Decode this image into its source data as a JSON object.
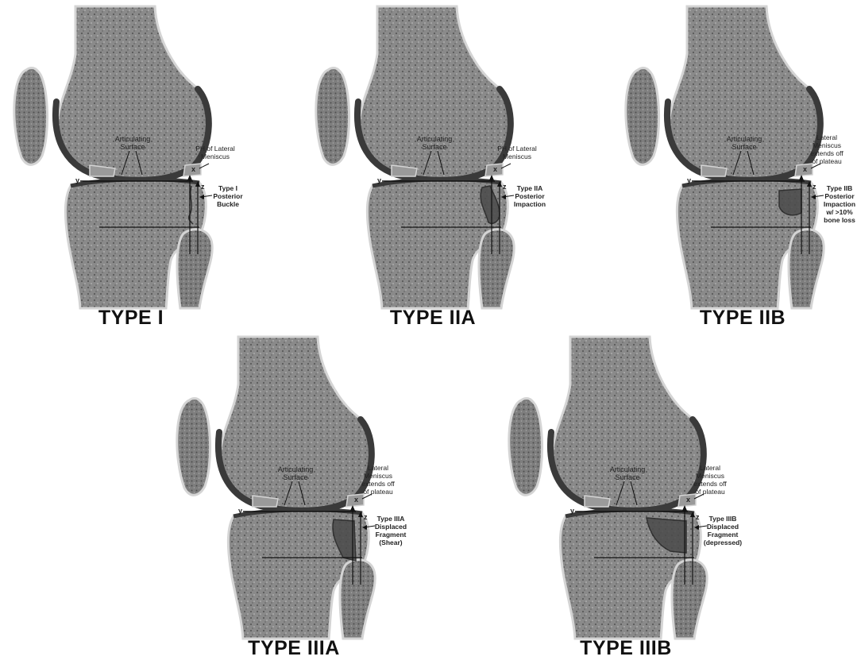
{
  "colors": {
    "bone": "#8a8a8a",
    "bone_dark": "#5a5a5a",
    "cartilage": "#3a3a3a",
    "rim": "#d4d4d4",
    "line": "#111111"
  },
  "panels": [
    {
      "title": "TYPE I",
      "articulating": [
        "Articulating",
        "Surface"
      ],
      "meniscus": [
        "PH of Lateral",
        "Meniscus"
      ],
      "fracture": [
        "Type I",
        "Posterior",
        "Buckle"
      ],
      "axes": {
        "x": "x",
        "y": "y",
        "z": "z"
      }
    },
    {
      "title": "TYPE IIA",
      "articulating": [
        "Articulating",
        "Surface"
      ],
      "meniscus": [
        "PH of Lateral",
        "Meniscus"
      ],
      "fracture": [
        "Type IIA",
        "Posterior",
        "Impaction"
      ],
      "axes": {
        "x": "x",
        "y": "y",
        "z": "z"
      }
    },
    {
      "title": "TYPE IIB",
      "articulating": [
        "Articulating",
        "Surface"
      ],
      "meniscus": [
        "Lateral",
        "Meniscus",
        "extends off",
        "of plateau"
      ],
      "fracture": [
        "Type IIB",
        "Posterior",
        "Impaction",
        "w/ >10%",
        "bone loss"
      ],
      "axes": {
        "x": "x",
        "y": "y",
        "z": "z"
      }
    },
    {
      "title": "TYPE IIIA",
      "articulating": [
        "Articulating",
        "Surface"
      ],
      "meniscus": [
        "Lateral",
        "Meniscus",
        "extends off",
        "of plateau"
      ],
      "fracture": [
        "Type IIIA",
        "Displaced",
        "Fragment",
        "(Shear)"
      ],
      "axes": {
        "x": "x",
        "y": "y",
        "z": "z"
      }
    },
    {
      "title": "TYPE IIIB",
      "articulating": [
        "Articulating",
        "Surface"
      ],
      "meniscus": [
        "Lateral",
        "Meniscus",
        "extends off",
        "of plateau"
      ],
      "fracture": [
        "Type IIIB",
        "Displaced",
        "Fragment",
        "(depressed)"
      ],
      "axes": {
        "x": "x",
        "y": "y",
        "z": "z"
      }
    }
  ]
}
